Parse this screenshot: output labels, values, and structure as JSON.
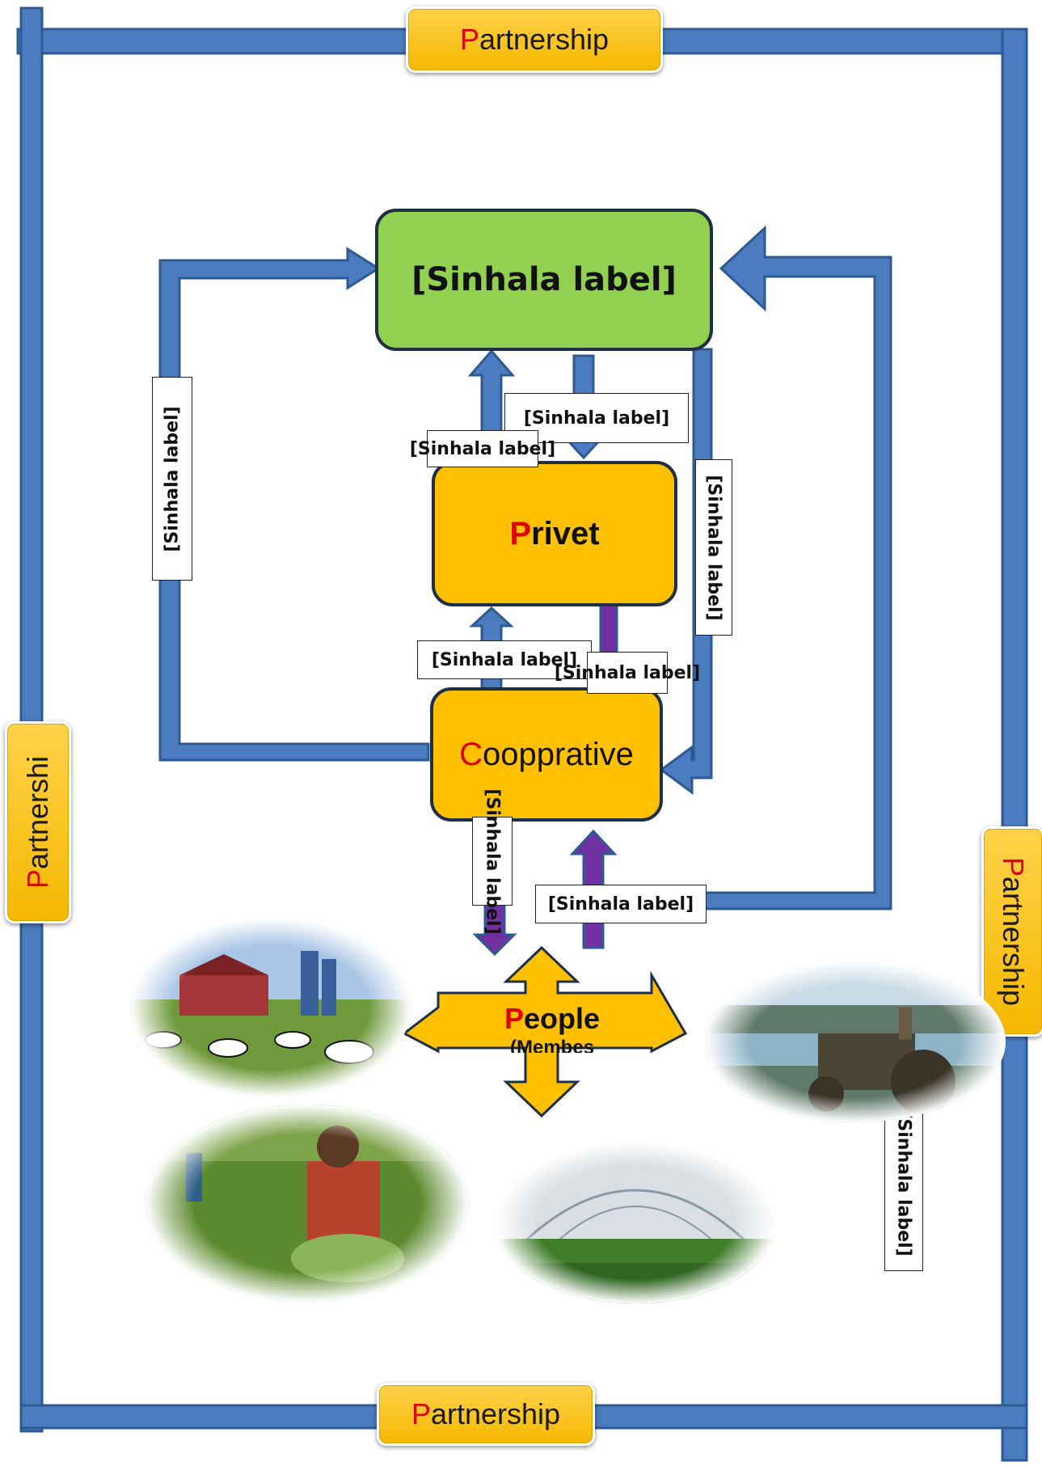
{
  "partnership": {
    "top": "Partnership",
    "left": "Partnershi",
    "right": "Partnership",
    "bottom": "Partnership"
  },
  "nodes": {
    "market": "[Sinhala label]",
    "privet": {
      "first": "P",
      "rest": "rivet"
    },
    "coop": {
      "first": "C",
      "rest": "oopprative"
    },
    "people": {
      "first": "P",
      "rest": "eople",
      "sub": "(Membes"
    }
  },
  "labels": {
    "sales_income": "[Sinhala label]",
    "produced": "[Sinhala label]",
    "sales_income_vertical": "[Sinhala label]",
    "secondary": "[Sinhala label]",
    "value_addition": "[Sinhala label]",
    "money_right": "[Sinhala label]",
    "money_left": "[Sinhala label]",
    "primary_production": "[Sinhala label]",
    "raw_material": "[Sinhala label]"
  },
  "colors": {
    "frame_blue": "#4a7cbf",
    "frame_blue_dark": "#2e5a93",
    "market_green": "#92d050",
    "node_amber": "#ffc000",
    "money_purple": "#7030a0",
    "accent_red": "#e00000"
  }
}
